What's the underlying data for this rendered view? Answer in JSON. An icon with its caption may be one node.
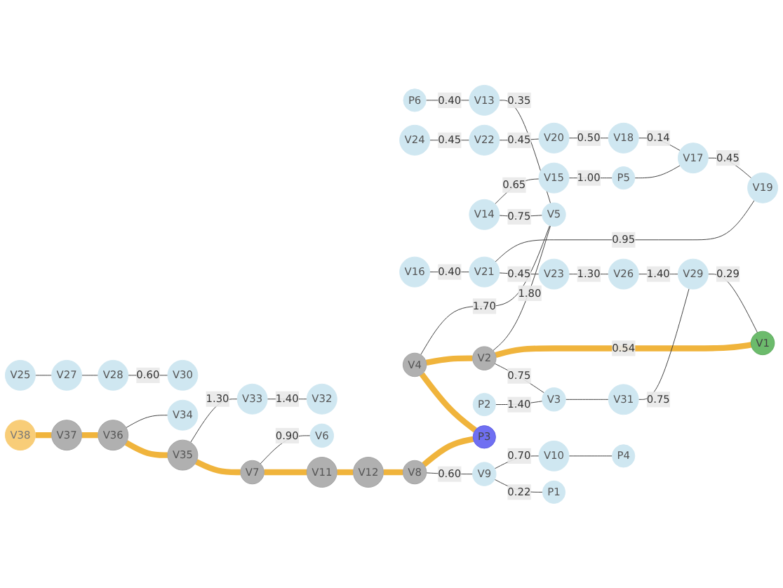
{
  "diagram": {
    "nodes": [
      {
        "text": [
          "P6"
        ]
      },
      {
        "text": [
          "V13"
        ]
      },
      {
        "text": [
          "V25"
        ]
      },
      {
        "text": [
          "V24"
        ]
      },
      {
        "text": [
          "V27"
        ]
      },
      {
        "text": [
          "V22"
        ]
      },
      {
        "text": [
          "V16"
        ]
      },
      {
        "text": [
          "V20"
        ]
      },
      {
        "text": [
          "V18"
        ]
      },
      {
        "text": [
          "V15"
        ]
      },
      {
        "text": [
          "P5"
        ]
      },
      {
        "text": [
          "V17"
        ]
      },
      {
        "text": [
          "V14"
        ]
      },
      {
        "text": [
          "V5"
        ]
      },
      {
        "text": [
          "V28"
        ]
      },
      {
        "text": [
          "V21"
        ]
      },
      {
        "text": [
          "V19"
        ]
      },
      {
        "text": [
          "V4"
        ]
      },
      {
        "text": [
          "V2"
        ]
      },
      {
        "text": [
          "V30"
        ]
      },
      {
        "text": [
          "V1"
        ]
      },
      {
        "text": [
          "V23"
        ]
      },
      {
        "text": [
          "V38"
        ]
      },
      {
        "text": [
          "V37"
        ]
      },
      {
        "text": [
          "V36"
        ]
      },
      {
        "text": [
          "V34"
        ]
      },
      {
        "text": [
          "V3"
        ]
      },
      {
        "text": [
          "V33"
        ]
      },
      {
        "text": [
          "V35"
        ]
      },
      {
        "text": [
          "V31"
        ]
      },
      {
        "text": [
          "P3"
        ]
      },
      {
        "text": [
          "V29"
        ]
      },
      {
        "text": [
          "V26"
        ]
      },
      {
        "text": [
          "V7"
        ]
      },
      {
        "text": [
          "V6"
        ]
      },
      {
        "text": [
          "V32"
        ]
      },
      {
        "text": [
          "P2"
        ]
      },
      {
        "text": [
          "V8"
        ]
      },
      {
        "text": [
          "V12"
        ]
      },
      {
        "text": [
          "V11"
        ]
      },
      {
        "text": [
          "V9"
        ]
      },
      {
        "text": [
          "V10"
        ]
      },
      {
        "text": [
          "P4"
        ]
      },
      {
        "text": [
          "P1"
        ]
      }
    ],
    "edges": [
      {
        "from": 0,
        "to": 1,
        "arrow": "none",
        "label": "0.40"
      },
      {
        "from": 3,
        "to": 5,
        "arrow": "none",
        "label": "0.45"
      },
      {
        "from": 2,
        "to": 4,
        "arrow": "none"
      },
      {
        "from": 1,
        "to": 13,
        "arrow": "none",
        "label": "0.35"
      },
      {
        "from": 4,
        "to": 14,
        "arrow": "none"
      },
      {
        "from": 5,
        "to": 7,
        "arrow": "none",
        "label": "0.45"
      },
      {
        "from": 7,
        "to": 8,
        "arrow": "none",
        "label": "0.50"
      },
      {
        "from": 8,
        "to": 11,
        "arrow": "none",
        "label": "0.14"
      },
      {
        "from": 10,
        "to": 11,
        "arrow": "none"
      },
      {
        "from": 9,
        "to": 10,
        "arrow": "none",
        "label": "1.00"
      },
      {
        "from": 12,
        "to": 9,
        "arrow": "none",
        "label": "0.65"
      },
      {
        "from": 12,
        "to": 13,
        "arrow": "none",
        "label": "0.75"
      },
      {
        "from": 6,
        "to": 15,
        "arrow": "none",
        "label": "0.40"
      },
      {
        "from": 11,
        "to": 16,
        "arrow": "none",
        "label": "0.45"
      },
      {
        "from": 15,
        "to": 16,
        "arrow": "none",
        "label": "0.95"
      },
      {
        "from": 15,
        "to": 21,
        "arrow": "none",
        "label": "0.45"
      },
      {
        "from": 21,
        "to": 32,
        "arrow": "none",
        "label": "1.30"
      },
      {
        "from": 32,
        "to": 31,
        "arrow": "none",
        "label": "1.40"
      },
      {
        "from": 31,
        "to": 20,
        "arrow": "none",
        "label": "0.29"
      },
      {
        "from": 14,
        "to": 19,
        "arrow": "none",
        "label": "0.60"
      },
      {
        "from": 17,
        "to": 13,
        "arrow": "none",
        "label": "1.70"
      },
      {
        "from": 18,
        "to": 13,
        "arrow": "none",
        "label": "1.80"
      },
      {
        "from": 17,
        "to": 18,
        "arrow": "none",
        "style": "thick",
        "color": "#f0b43c"
      },
      {
        "from": 18,
        "to": 20,
        "arrow": "none",
        "label": "0.54",
        "style": "thick",
        "color": "#f0b43c"
      },
      {
        "from": 18,
        "to": 26,
        "arrow": "none",
        "label": "0.75"
      },
      {
        "from": 26,
        "to": 29,
        "arrow": "none"
      },
      {
        "from": 29,
        "to": 31,
        "arrow": "none",
        "label": "0.75"
      },
      {
        "from": 36,
        "to": 26,
        "arrow": "none",
        "label": "1.40"
      },
      {
        "from": 27,
        "to": 35,
        "arrow": "none",
        "label": "1.40"
      },
      {
        "from": 24,
        "to": 25,
        "arrow": "none"
      },
      {
        "from": 28,
        "to": 27,
        "arrow": "none",
        "label": "1.30"
      },
      {
        "from": 33,
        "to": 34,
        "arrow": "none",
        "label": "0.90"
      },
      {
        "from": 17,
        "to": 30,
        "arrow": "none",
        "style": "thick",
        "color": "#f0b43c"
      },
      {
        "from": 22,
        "to": 23,
        "arrow": "none",
        "style": "thick",
        "color": "#f0b43c"
      },
      {
        "from": 23,
        "to": 24,
        "arrow": "none",
        "style": "thick",
        "color": "#f0b43c"
      },
      {
        "from": 24,
        "to": 28,
        "arrow": "none",
        "style": "thick",
        "color": "#f0b43c"
      },
      {
        "from": 28,
        "to": 33,
        "arrow": "none",
        "style": "thick",
        "color": "#f0b43c"
      },
      {
        "from": 33,
        "to": 39,
        "arrow": "none",
        "style": "thick",
        "color": "#f0b43c"
      },
      {
        "from": 39,
        "to": 38,
        "arrow": "none",
        "style": "thick",
        "color": "#f0b43c"
      },
      {
        "from": 38,
        "to": 37,
        "arrow": "none",
        "style": "thick",
        "color": "#f0b43c"
      },
      {
        "from": 37,
        "to": 30,
        "arrow": "none",
        "style": "thick",
        "color": "#f0b43c"
      },
      {
        "from": 37,
        "to": 40,
        "arrow": "none",
        "label": "0.60"
      },
      {
        "from": 40,
        "to": 41,
        "arrow": "none",
        "label": "0.70"
      },
      {
        "from": 41,
        "to": 42,
        "arrow": "none"
      },
      {
        "from": 40,
        "to": 43,
        "arrow": "none",
        "label": "0.22"
      }
    ]
  }
}
